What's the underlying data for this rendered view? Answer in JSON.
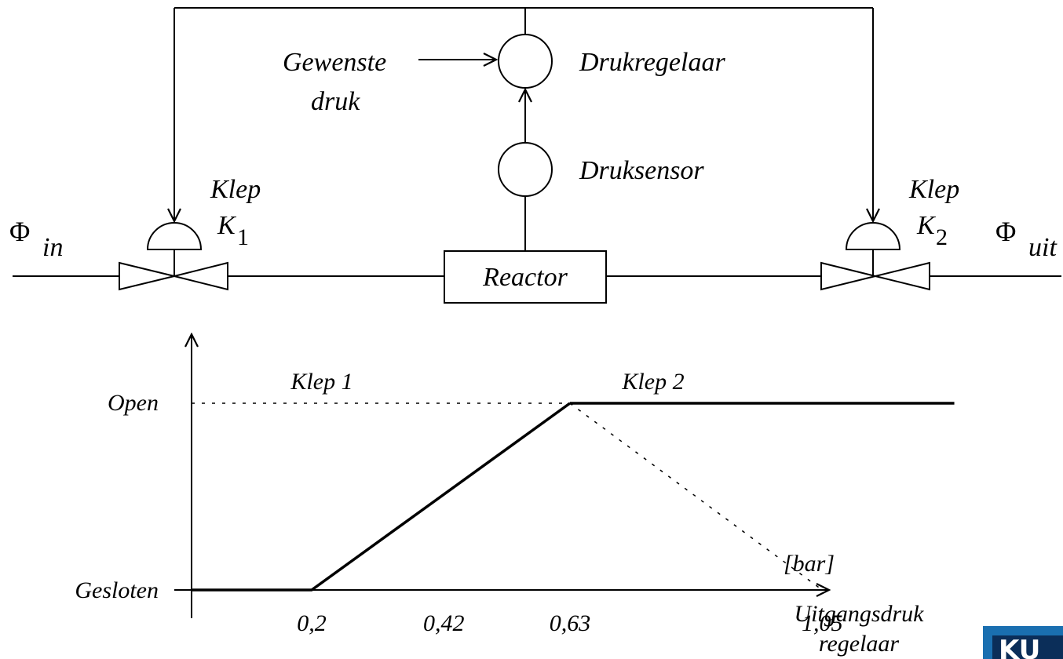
{
  "diagram": {
    "phi_in": {
      "symbol": "Φ",
      "sub": "in"
    },
    "phi_uit": {
      "symbol": "Φ",
      "sub": "uit"
    },
    "valve1": {
      "word": "Klep",
      "letter": "K",
      "index": "1"
    },
    "valve2": {
      "word": "Klep",
      "letter": "K",
      "index": "2"
    },
    "reactor": "Reactor",
    "sensor": "Druksensor",
    "controller": "Drukregelaar",
    "setpoint": [
      "Gewenste",
      "druk"
    ]
  },
  "chart_data": {
    "type": "line",
    "series": [
      {
        "name": "Klep 1",
        "x": [
          0,
          0.2,
          0.63
        ],
        "y": [
          "Gesloten",
          "Gesloten",
          "Open"
        ],
        "style": "solid"
      },
      {
        "name": "Klep 2",
        "x": [
          0.63,
          1.05
        ],
        "y": [
          "Open",
          "Gesloten"
        ],
        "style": "dotted"
      }
    ],
    "open_line": {
      "x": [
        0.63,
        1.27
      ],
      "y": "Open",
      "style": "solid"
    },
    "open_guide": {
      "x": [
        0,
        0.63
      ],
      "y": "Open",
      "style": "dashed"
    },
    "y_levels": [
      "Gesloten",
      "Open"
    ],
    "x_ticks": [
      "0,2",
      "0,42",
      "0,63",
      "1,05"
    ],
    "x_tick_values": [
      0.2,
      0.42,
      0.63,
      1.05
    ],
    "x_unit": "[bar]",
    "xlabel": [
      "Uitgangsdruk",
      "regelaar"
    ]
  },
  "logo": {
    "text": "KU",
    "color": "#1a6fb0"
  }
}
